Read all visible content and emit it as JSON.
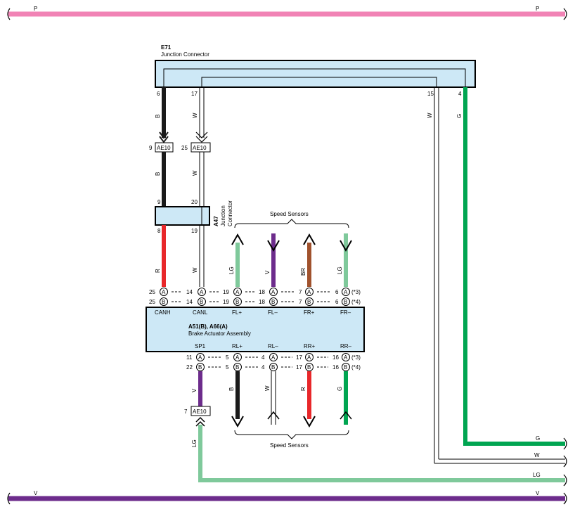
{
  "colors": {
    "P": "#f183b5",
    "V": "#6d2c8c",
    "B": "#1a1a1a",
    "R": "#e8272a",
    "G": "#00a551",
    "LG": "#7fc99b",
    "BR": "#a0522d",
    "W": "#ffffff",
    "box": "#cde8f6"
  },
  "buses": {
    "top_left": "P",
    "top_right": "P",
    "bottom_left": "V",
    "bottom_right": "V"
  },
  "e71": {
    "code": "E71",
    "name": "Junction Connector",
    "pins": [
      "6",
      "17",
      "15",
      "4"
    ],
    "wires": [
      "B",
      "W",
      "W",
      "G"
    ]
  },
  "ae10": {
    "name": "AE10",
    "pins": [
      "9",
      "25",
      "7"
    ]
  },
  "a47": {
    "code": "A47",
    "name1": "Junction",
    "name2": "Connector",
    "pins_top": [
      "9",
      "20"
    ],
    "pins_bottom": [
      "8",
      "19"
    ]
  },
  "wire_labels_upper": [
    "B",
    "W",
    "B",
    "W",
    "R",
    "W"
  ],
  "speed_sensors_top": {
    "label": "Speed Sensors",
    "wires": [
      "LG",
      "V",
      "BR",
      "LG"
    ]
  },
  "connector_rows_top": [
    {
      "pins": [
        "25",
        "14",
        "19",
        "18",
        "7",
        "6"
      ],
      "letter": "A",
      "note": "(*3)"
    },
    {
      "pins": [
        "25",
        "14",
        "19",
        "18",
        "7",
        "6"
      ],
      "letter": "B",
      "note": "(*4)"
    }
  ],
  "terminals_top": [
    "CANH",
    "CANL",
    "FL+",
    "FL–",
    "FR+",
    "FR–"
  ],
  "actuator": {
    "codes": "A51(B), A66(A)",
    "name": "Brake Actuator Assembly"
  },
  "terminals_bottom": [
    "SP1",
    "RL+",
    "RL–",
    "RR+",
    "RR–"
  ],
  "connector_rows_bottom": [
    {
      "pins": [
        "11",
        "5",
        "4",
        "17",
        "16"
      ],
      "letter": "A",
      "note": "(*3)"
    },
    {
      "pins": [
        "22",
        "5",
        "4",
        "17",
        "16"
      ],
      "letter": "B",
      "note": "(*4)"
    }
  ],
  "wire_labels_lower": [
    "V",
    "B",
    "W",
    "R",
    "G"
  ],
  "speed_sensors_bottom": {
    "label": "Speed Sensors"
  },
  "sp1_wire_below": "LG",
  "right_exits": [
    "G",
    "W",
    "LG"
  ]
}
